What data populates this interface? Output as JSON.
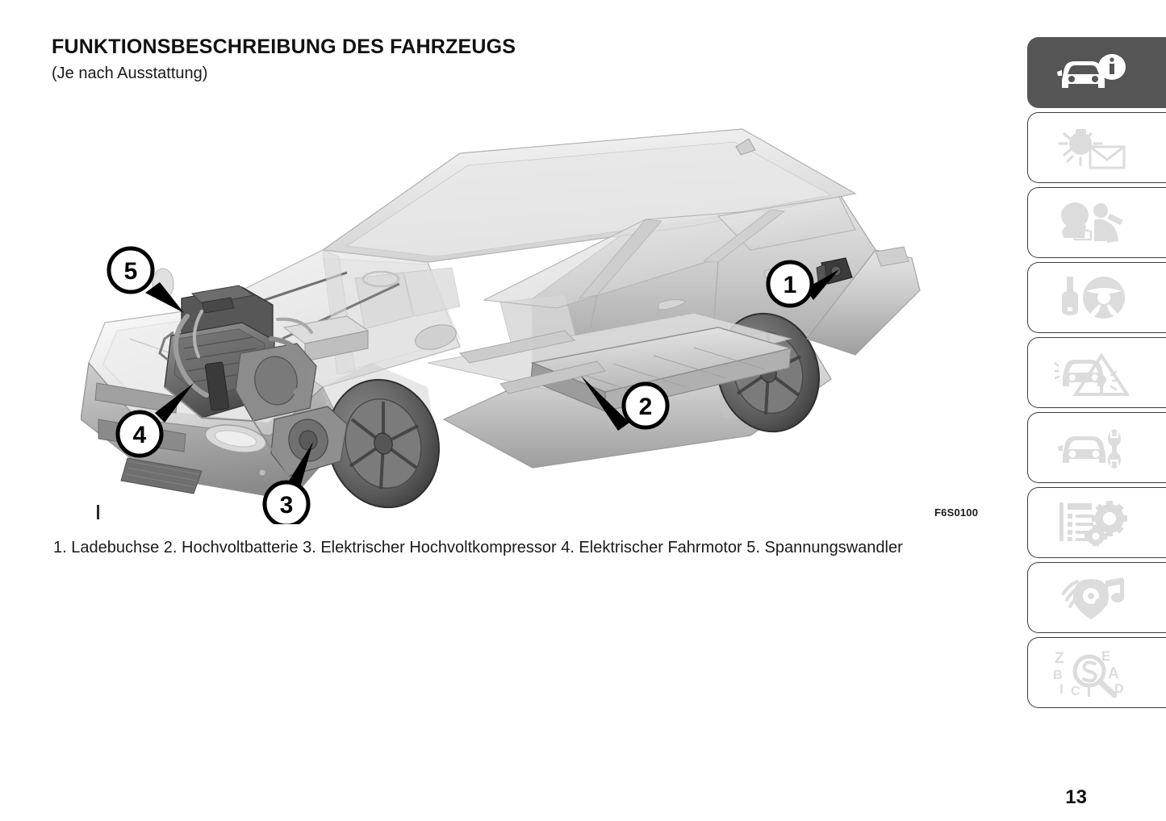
{
  "document": {
    "title": "FUNKTIONSBESCHREIBUNG DES FAHRZEUGS",
    "subtitle": "(Je nach Ausstattung)",
    "page_number": "13"
  },
  "figure": {
    "code": "F6S0100",
    "description": "Geschnittene Ansicht eines Elektrofahrzeugs mit nummerierten Bauteilen",
    "callouts": [
      {
        "number": "1",
        "label": "Ladebuchse"
      },
      {
        "number": "2",
        "label": "Hochvoltbatterie"
      },
      {
        "number": "3",
        "label": "Elektrischer Hochvoltkompressor"
      },
      {
        "number": "4",
        "label": "Elektrischer Fahrmotor"
      },
      {
        "number": "5",
        "label": "Spannungswandler"
      }
    ]
  },
  "legend": {
    "text": "1. Ladebuchse 2. Hochvoltbatterie 3. Elektrischer Hochvoltkompressor 4. Elektrischer Fahrmotor 5. Spannungswandler"
  },
  "sidebar": {
    "tabs": [
      {
        "icon": "car-info-icon",
        "name": "tab-vehicle-knowledge",
        "active": true
      },
      {
        "icon": "lamp-envelope-icon",
        "name": "tab-dashboard-controls",
        "active": false
      },
      {
        "icon": "airbag-seatbelt-icon",
        "name": "tab-safety",
        "active": false
      },
      {
        "icon": "key-steering-wheel-icon",
        "name": "tab-starting-driving",
        "active": false
      },
      {
        "icon": "car-warning-triangle-icon",
        "name": "tab-emergency",
        "active": false
      },
      {
        "icon": "car-wrench-icon",
        "name": "tab-maintenance-care",
        "active": false
      },
      {
        "icon": "list-gears-icon",
        "name": "tab-technical-specifications",
        "active": false
      },
      {
        "icon": "music-navigation-icon",
        "name": "tab-multimedia",
        "active": false
      },
      {
        "icon": "alphabetical-index-icon",
        "name": "tab-alphabetical-index",
        "active": false
      }
    ]
  },
  "colors": {
    "active_tab_background": "#555555",
    "inactive_tab_border": "#3a3a3a",
    "inactive_icon": "#dddddd",
    "text": "#1a1a1a"
  }
}
